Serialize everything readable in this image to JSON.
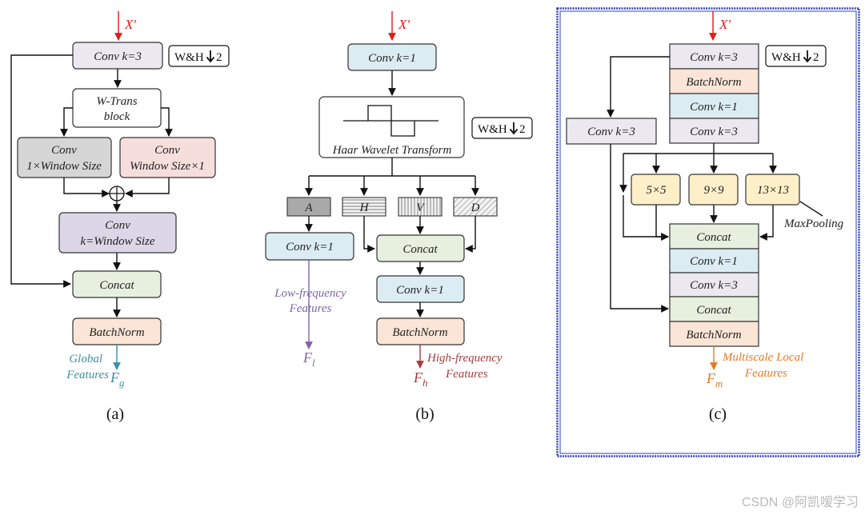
{
  "panel_a": {
    "input": "X′",
    "conv_k3": "Conv k=3",
    "wh": "W&H",
    "wh_num": "2",
    "wtrans": [
      "W-Trans",
      "block"
    ],
    "conv_1xws": [
      "Conv",
      "1×Window Size"
    ],
    "conv_wsx1": [
      "Conv",
      "Window Size×1"
    ],
    "conv_ws": [
      "Conv",
      "k=Window Size"
    ],
    "concat": "Concat",
    "batchnorm": "BatchNorm",
    "out_label": [
      "Global",
      "Features"
    ],
    "out_sym": "F",
    "out_sub": "g",
    "caption": "(a)"
  },
  "panel_b": {
    "input": "X′",
    "conv_k1": "Conv k=1",
    "haar": "Haar Wavelet Transform",
    "wh": "W&H",
    "wh_num": "2",
    "bands": [
      "A",
      "H",
      "V",
      "D"
    ],
    "conv_low": "Conv k=1",
    "concat": "Concat",
    "conv_high": "Conv k=1",
    "batchnorm": "BatchNorm",
    "low_label": [
      "Low-frequency",
      "Features"
    ],
    "low_sym": "F",
    "low_sub": "l",
    "high_label": [
      "High-frequency",
      "Features"
    ],
    "high_sym": "F",
    "high_sub": "h",
    "caption": "(b)"
  },
  "panel_c": {
    "input": "X′",
    "stack1": [
      "Conv k=3",
      "BatchNorm",
      "Conv k=1",
      "Conv k=3"
    ],
    "wh": "W&H",
    "wh_num": "2",
    "side_conv": "Conv k=3",
    "pools": [
      "5×5",
      "9×9",
      "13×13"
    ],
    "maxpool": "MaxPooling",
    "stack2": [
      "Concat",
      "Conv k=1",
      "Conv k=3",
      "Concat",
      "BatchNorm"
    ],
    "out_label": [
      "Multiscale Local",
      "Features"
    ],
    "out_sym": "F",
    "out_sub": "m",
    "caption": "(c)"
  },
  "watermark": "CSDN @阿凯嗳学习",
  "colors": {
    "gray_purple": "#ebe8f0",
    "gray": "#d6d6d6",
    "pink": "#f6dedd",
    "purple": "#ddd6e6",
    "green": "#e7efdf",
    "peach": "#fae5d6",
    "blue": "#dcecf3",
    "yellow": "#fdf0c9",
    "red": "#e21a1a",
    "teal": "#3a8fa8",
    "violet": "#7d65a8",
    "brown": "#a1403e",
    "orange": "#e8791f",
    "frame": "#2b3fb8"
  }
}
